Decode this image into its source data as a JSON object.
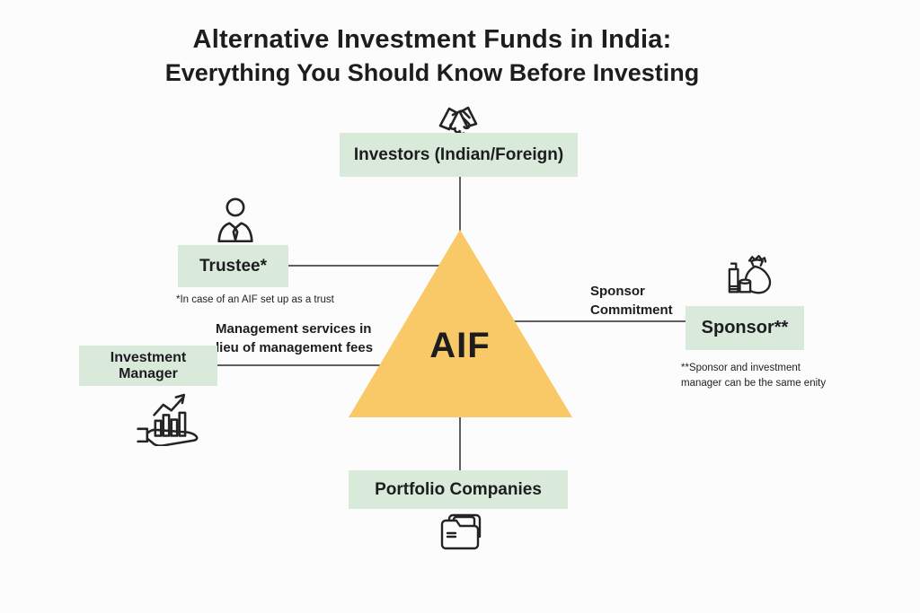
{
  "colors": {
    "background": "#fcfcfc",
    "box_green": "#d9e9da",
    "triangle_yellow": "#f8c966",
    "text": "#1d1d1f",
    "line": "#2b2b2b"
  },
  "title": {
    "line1": "Alternative Investment Funds in India:",
    "line2": "Everything You Should Know Before Investing"
  },
  "aif": {
    "label": "AIF"
  },
  "nodes": {
    "investors": {
      "label": "Investors (Indian/Foreign)",
      "icon": "handshake-icon"
    },
    "trustee": {
      "label": "Trustee*",
      "icon": "businessman-icon",
      "footnote": "*In case of an AIF set up as a trust"
    },
    "investment_manager": {
      "label": "Investment Manager",
      "icon": "growth-chart-hand-icon"
    },
    "sponsor": {
      "label": "Sponsor**",
      "icon": "money-bag-icon",
      "footnote": "**Sponsor and investment\nmanager can be the same enity"
    },
    "portfolio_companies": {
      "label": "Portfolio Companies",
      "icon": "open-folder-icon"
    }
  },
  "edge_labels": {
    "management_services": "Management services in\nlieu of management fees",
    "sponsor_commitment": "Sponsor\nCommitment"
  }
}
